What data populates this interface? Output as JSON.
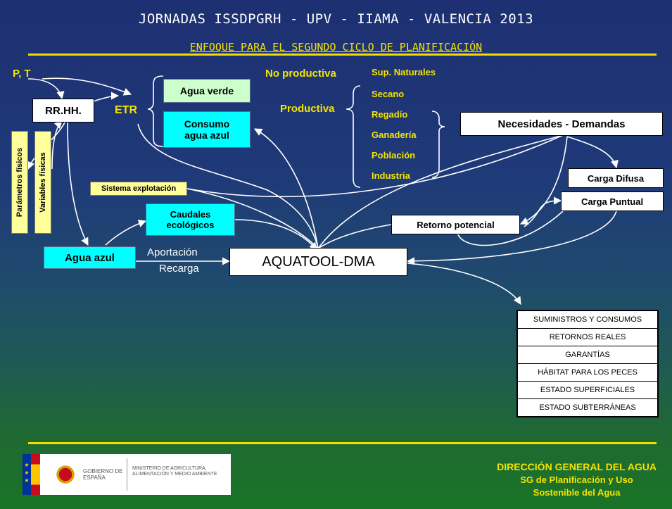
{
  "header": {
    "title": "JORNADAS ISSDPGRH - UPV - IIAMA - VALENCIA 2013",
    "subtitle": "ENFOQUE PARA EL SEGUNDO CICLO DE PLANIFICACIÓN"
  },
  "diagram": {
    "inputs": {
      "pt": "P, T",
      "rrhh": "RR.HH.",
      "etr": "ETR"
    },
    "side_labels": {
      "parametros": "Parámetros físicos",
      "variables": "Variables físicas"
    },
    "water": {
      "agua_verde": "Agua verde",
      "consumo_l1": "Consumo",
      "consumo_l2": "agua azul",
      "agua_azul": "Agua azul"
    },
    "uses": {
      "no_productiva": "No productiva",
      "productiva": "Productiva",
      "sup_naturales": "Sup. Naturales",
      "items": [
        "Secano",
        "Regadío",
        "Ganadería",
        "Población",
        "Industria"
      ]
    },
    "demands": "Necesidades - Demandas",
    "carga_difusa": "Carga Difusa",
    "carga_puntual": "Carga Puntual",
    "retorno": "Retorno potencial",
    "sistema": "Sistema explotación",
    "caudales_l1": "Caudales",
    "caudales_l2": "ecológicos",
    "aportacion": "Aportación",
    "recarga": "Recarga",
    "central": "AQUATOOL-DMA",
    "outputs": [
      "SUMINISTROS Y CONSUMOS",
      "RETORNOS REALES",
      "GARANTÍAS",
      "HÁBITAT PARA LOS PECES",
      "ESTADO SUPERFICIALES",
      "ESTADO SUBTERRÁNEAS"
    ]
  },
  "footer": {
    "logo": {
      "gobierno": "GOBIERNO DE ESPAÑA",
      "ministerio": "MINISTERIO DE AGRICULTURA, ALIMENTACIÓN Y MEDIO AMBIENTE"
    },
    "line1": "DIRECCIÓN GENERAL DEL AGUA",
    "line2": "SG de Planificación y Uso",
    "line3": "Sostenible del Agua"
  }
}
